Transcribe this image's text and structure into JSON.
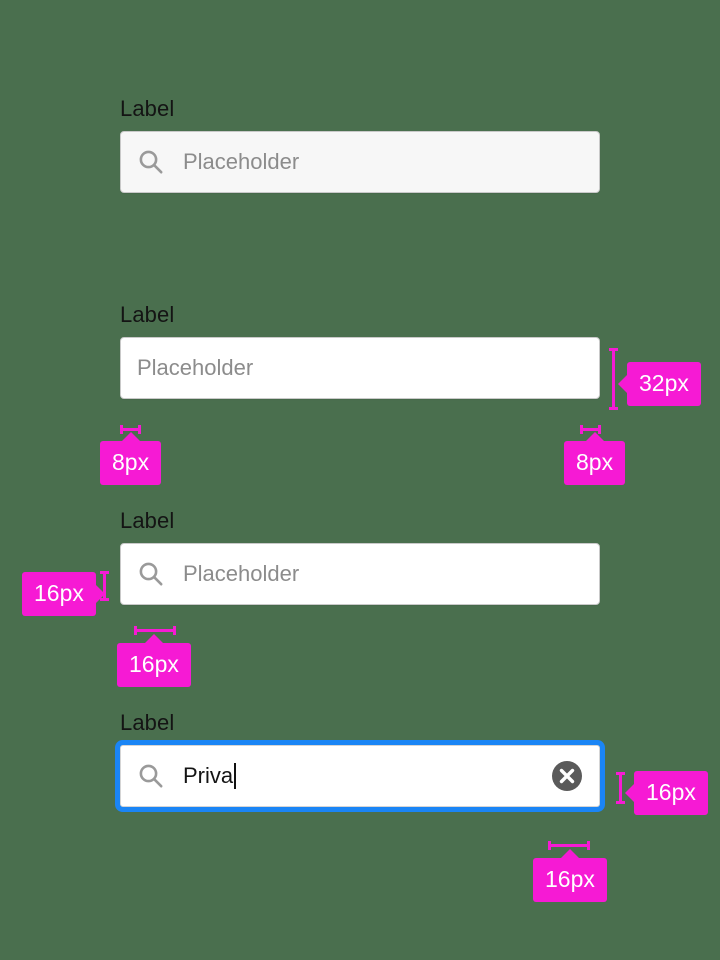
{
  "canvas": {
    "background_color": "#4a6f4e",
    "annotation_color": "#f61ad4",
    "focus_color": "#1a85f5"
  },
  "fields": [
    {
      "id": "field-default-search",
      "label": "Label",
      "placeholder": "Placeholder",
      "value": "",
      "icon": "search-icon",
      "state": "default"
    },
    {
      "id": "field-plain",
      "label": "Label",
      "placeholder": "Placeholder",
      "value": "",
      "icon": "",
      "state": "default"
    },
    {
      "id": "field-search",
      "label": "Label",
      "placeholder": "Placeholder",
      "value": "",
      "icon": "search-icon",
      "state": "default"
    },
    {
      "id": "field-focused",
      "label": "Label",
      "placeholder": "",
      "value": "Priva",
      "icon": "search-icon",
      "state": "focused",
      "clear_icon": "clear-circle-icon"
    }
  ],
  "annotations": [
    {
      "id": "height-32",
      "text": "32px",
      "measures": "field-height",
      "pointer": "left"
    },
    {
      "id": "pad-left-8",
      "text": "8px",
      "measures": "label-left-offset",
      "pointer": "up"
    },
    {
      "id": "pad-right-8",
      "text": "8px",
      "measures": "right-inset",
      "pointer": "up"
    },
    {
      "id": "vertical-16",
      "text": "16px",
      "measures": "vertical-padding",
      "pointer": "right"
    },
    {
      "id": "pad-left-16",
      "text": "16px",
      "measures": "left-padding",
      "pointer": "up"
    },
    {
      "id": "focused-vertical-16",
      "text": "16px",
      "measures": "vertical-padding",
      "pointer": "left"
    },
    {
      "id": "focused-right-16",
      "text": "16px",
      "measures": "right-padding",
      "pointer": "up"
    }
  ]
}
